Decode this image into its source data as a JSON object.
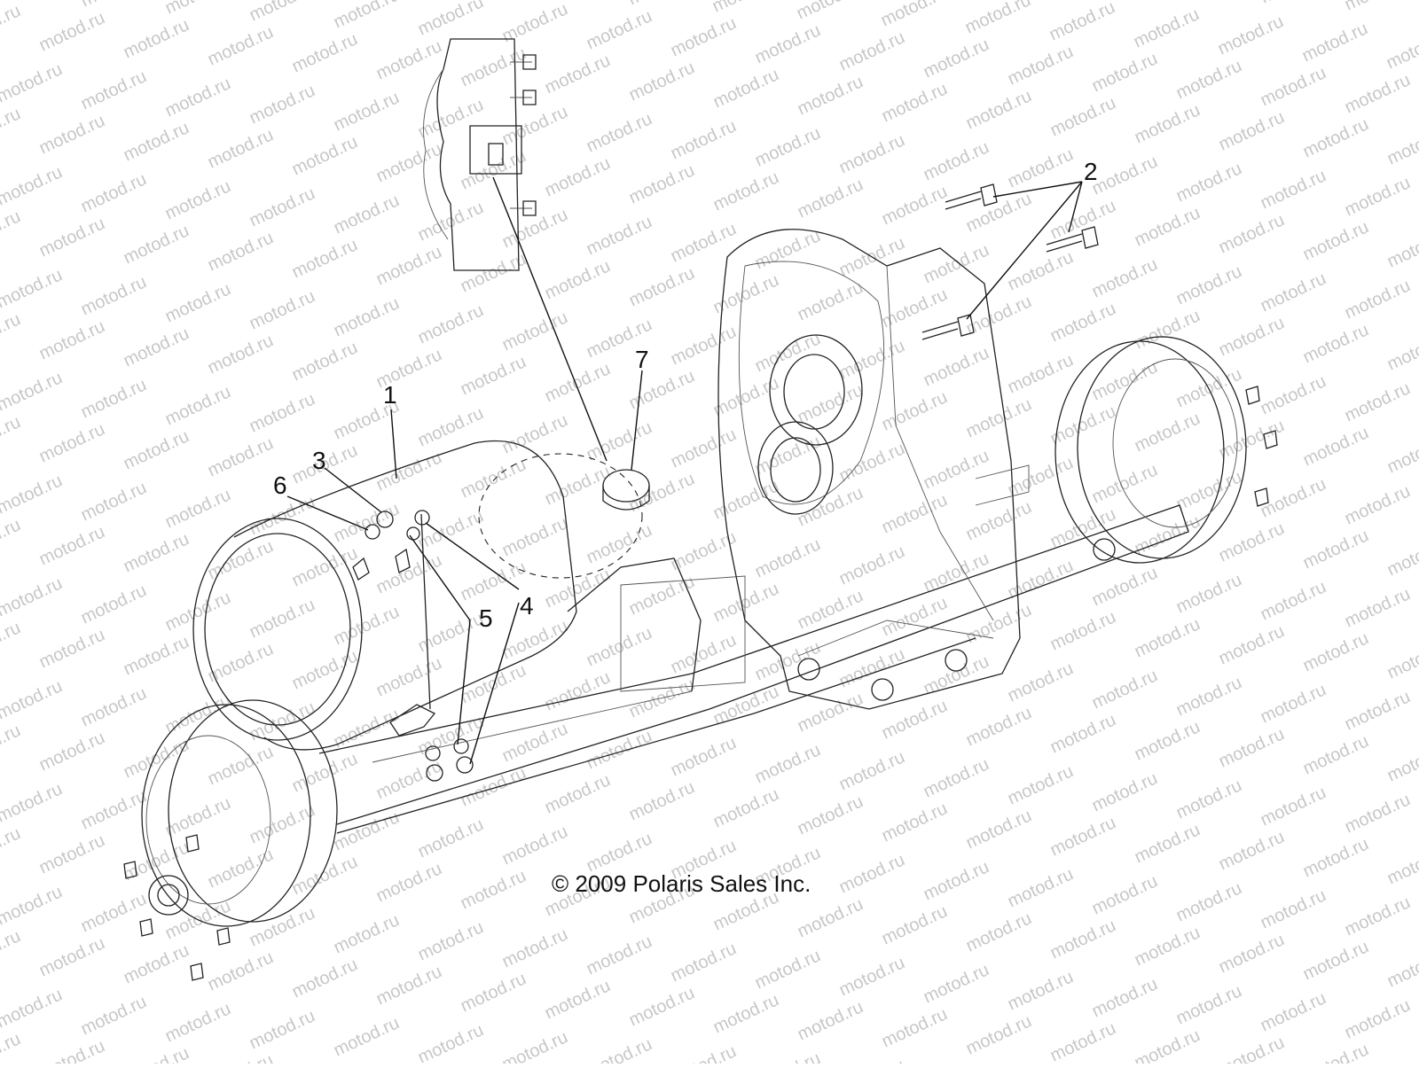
{
  "diagram": {
    "callouts": [
      {
        "id": "1",
        "label": "1"
      },
      {
        "id": "2",
        "label": "2"
      },
      {
        "id": "3",
        "label": "3"
      },
      {
        "id": "4",
        "label": "4"
      },
      {
        "id": "5",
        "label": "5"
      },
      {
        "id": "6",
        "label": "6"
      },
      {
        "id": "7",
        "label": "7"
      }
    ],
    "copyright": "© 2009 Polaris Sales Inc.",
    "watermark": "motod.ru",
    "colors": {
      "line": "#222222",
      "watermark": "#9a9a9a",
      "background": "#ffffff"
    }
  }
}
